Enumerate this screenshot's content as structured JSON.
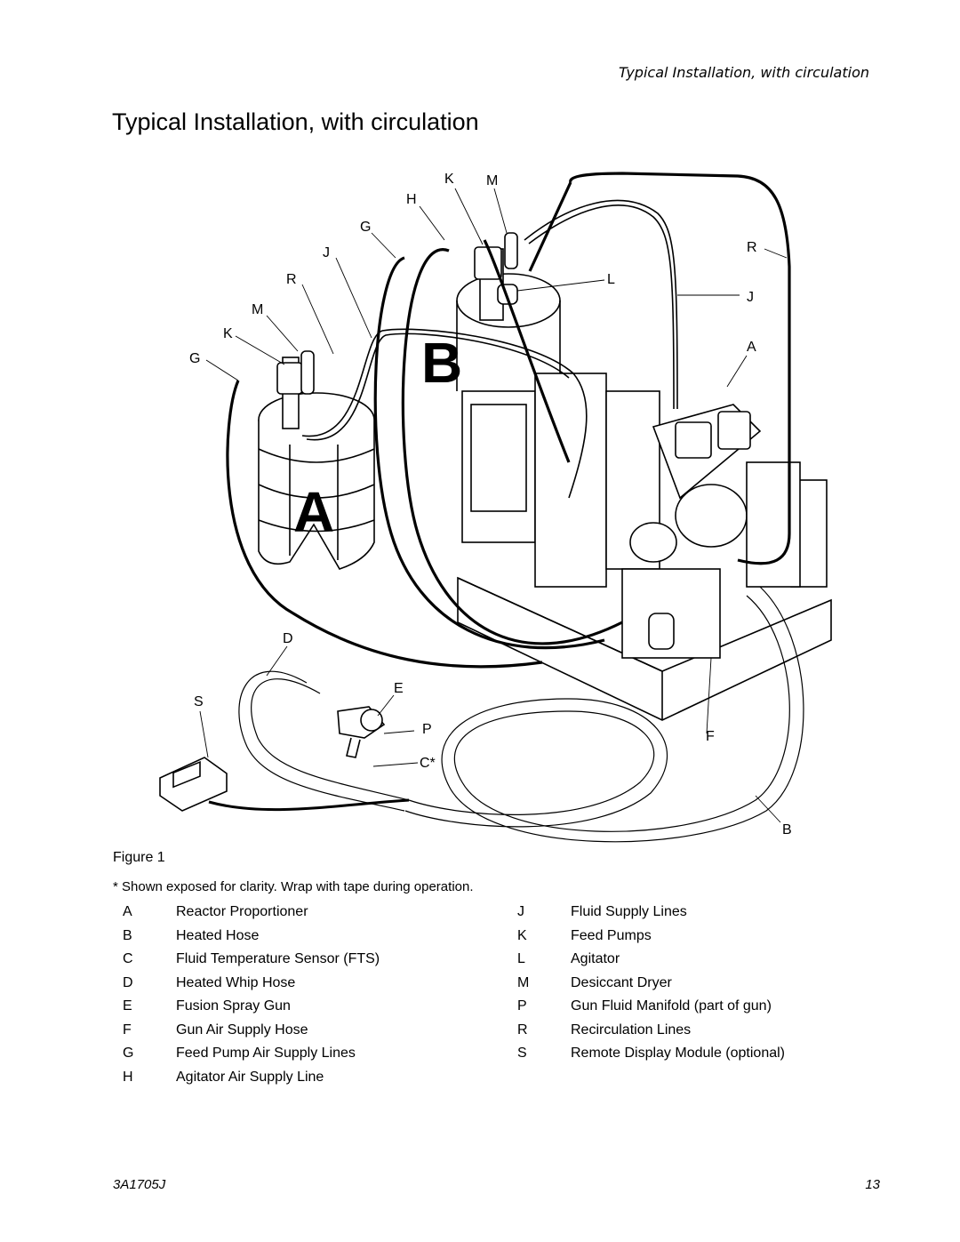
{
  "header": {
    "running_title": "Typical Installation, with circulation"
  },
  "title": "Typical Installation, with circulation",
  "diagram": {
    "callouts": {
      "k_top": "K",
      "m_top": "M",
      "h": "H",
      "g_top": "G",
      "j_top": "J",
      "r_left": "R",
      "m_left": "M",
      "k_left": "K",
      "g_left": "G",
      "r_right": "R",
      "l": "L",
      "j_right": "J",
      "a_right": "A",
      "d": "D",
      "s": "S",
      "e": "E",
      "p": "P",
      "f": "F",
      "c_star": "C*",
      "b_bottom": "B"
    },
    "drum_a_label": "A",
    "drum_b_label": "B"
  },
  "figure_caption": "Figure 1",
  "footnote": "* Shown exposed for clarity. Wrap with tape during operation.",
  "legend": {
    "left": [
      {
        "letter": "A",
        "text": "Reactor Proportioner"
      },
      {
        "letter": "B",
        "text": "Heated Hose"
      },
      {
        "letter": "C",
        "text": "Fluid Temperature Sensor (FTS)"
      },
      {
        "letter": "D",
        "text": "Heated Whip Hose"
      },
      {
        "letter": "E",
        "text": "Fusion Spray Gun"
      },
      {
        "letter": "F",
        "text": "Gun Air Supply Hose"
      },
      {
        "letter": "G",
        "text": "Feed Pump Air Supply Lines"
      },
      {
        "letter": "H",
        "text": "Agitator Air Supply Line"
      }
    ],
    "right": [
      {
        "letter": "J",
        "text": "Fluid Supply Lines"
      },
      {
        "letter": "K",
        "text": "Feed Pumps"
      },
      {
        "letter": "L",
        "text": "Agitator"
      },
      {
        "letter": "M",
        "text": "Desiccant Dryer"
      },
      {
        "letter": "P",
        "text": "Gun Fluid Manifold (part of gun)"
      },
      {
        "letter": "R",
        "text": "Recirculation Lines"
      },
      {
        "letter": "S",
        "text": "Remote Display Module (optional)"
      }
    ]
  },
  "footer": {
    "doc_number": "3A1705J",
    "page_number": "13"
  }
}
